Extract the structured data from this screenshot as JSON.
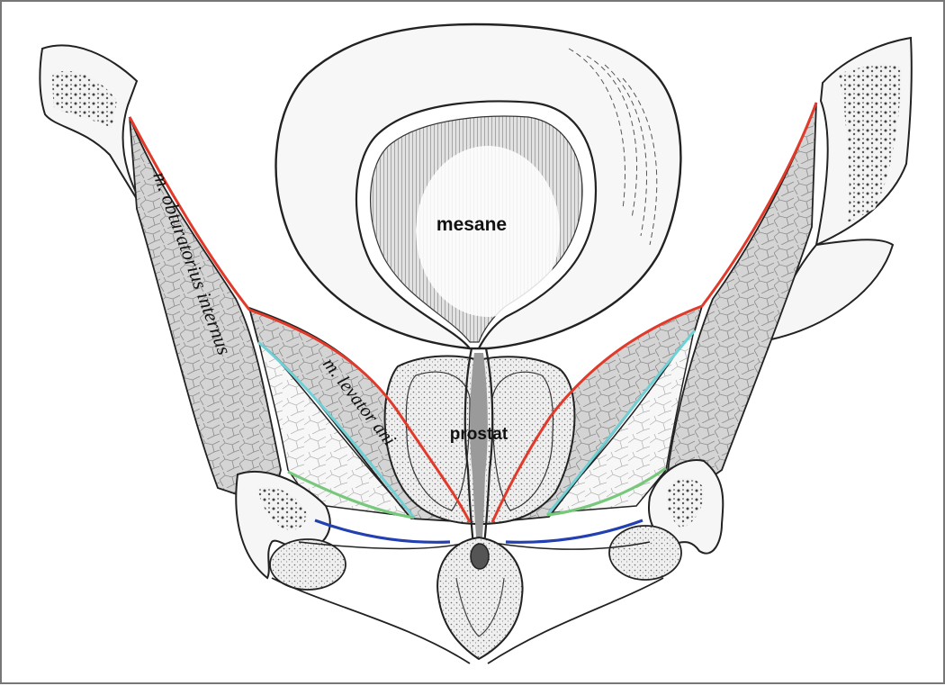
{
  "labels": {
    "bladder": "mesane",
    "prostate": "prostat",
    "obturator_muscle": "m. obturatorius internus",
    "levator_muscle": "m. levator ani"
  },
  "colors": {
    "outline": "#222222",
    "bone_fill": "#f4f4f4",
    "muscle_fill": "#d9d9d9",
    "prostate_fill": "#e6e6e6",
    "bladder_inner": "#d2d2d2",
    "red_fascia": "#e03a2b",
    "cyan_fascia": "#6fd0d6",
    "green_fascia": "#78c87c",
    "blue_fascia": "#2340b0"
  }
}
